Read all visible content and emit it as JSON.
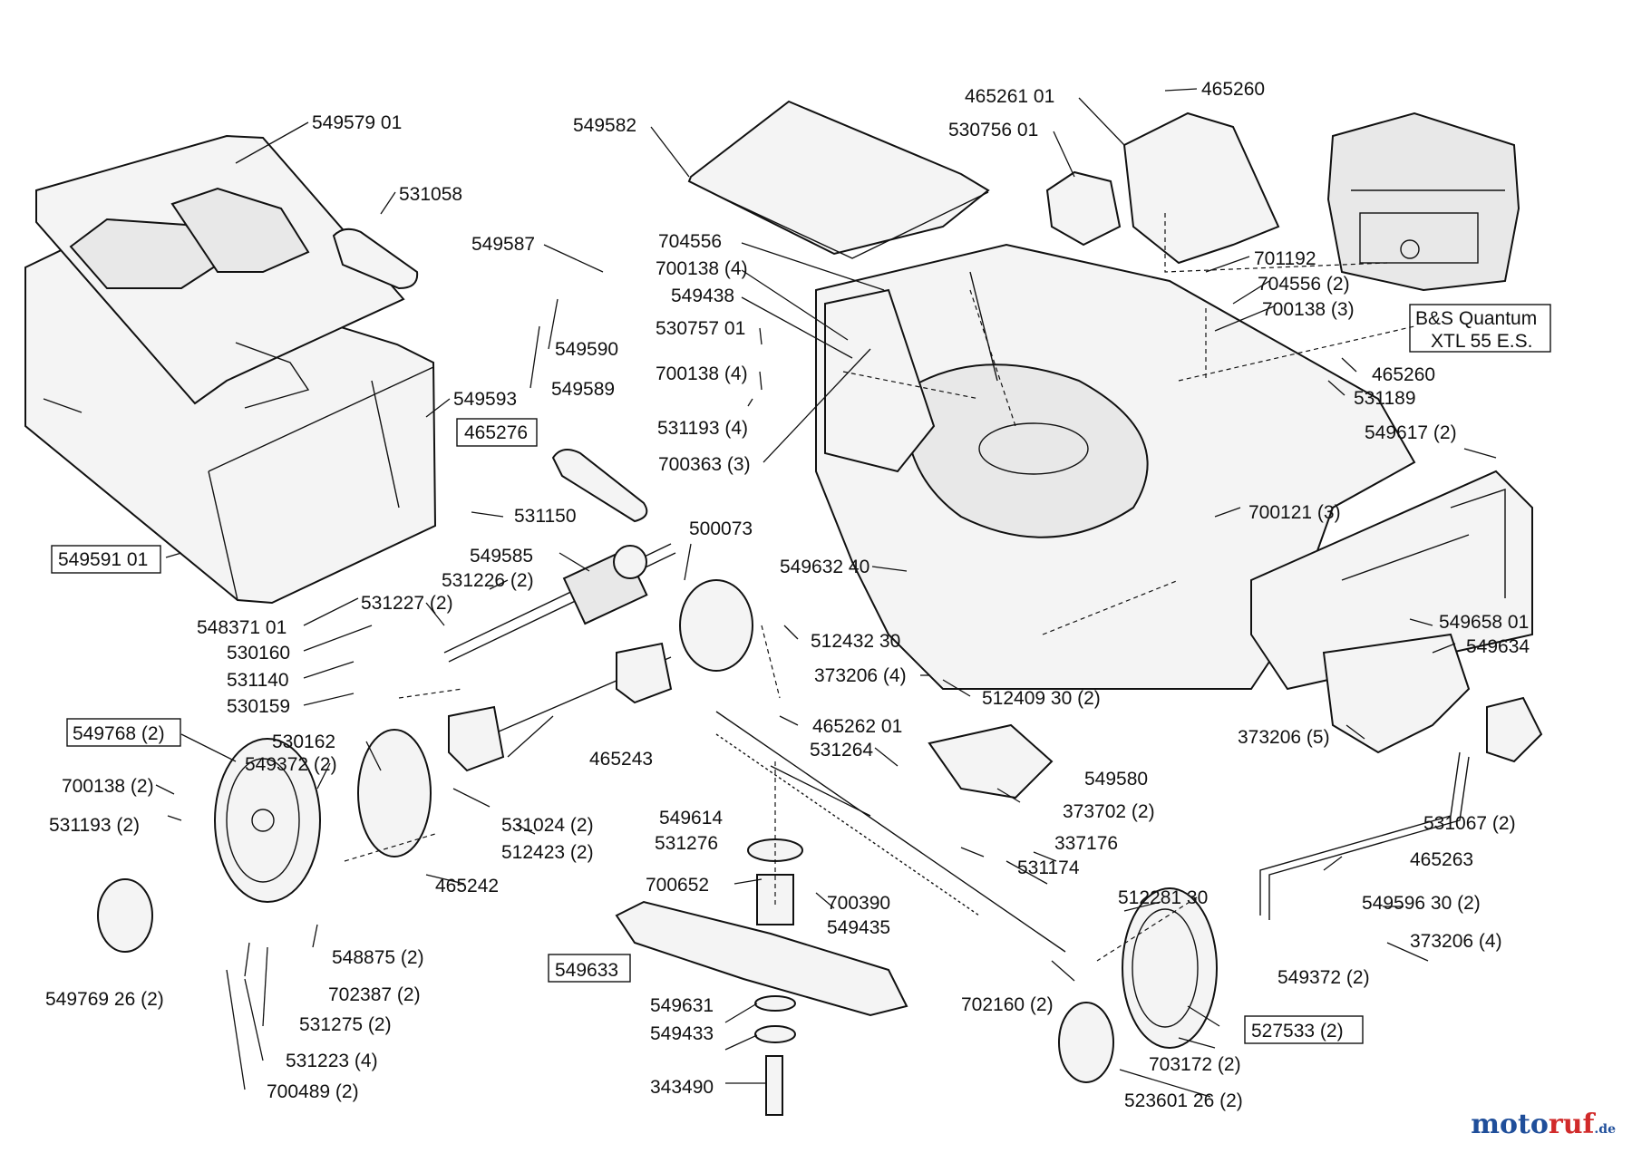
{
  "colors": {
    "line": "#111111",
    "fill": "#f4f4f4",
    "brand_blue": "#1f4e9a",
    "brand_red": "#d12a2a"
  },
  "engine_box": {
    "line1": "B&S Quantum",
    "line2": "XTL 55 E.S."
  },
  "watermark": {
    "part1": "moto",
    "part2": "ruf",
    "suffix": ".de"
  },
  "labels": [
    "549579 01",
    "531058",
    "549582",
    "465261 01",
    "465260",
    "530756 01",
    "549587",
    "704556",
    "700138 (4)",
    "549438",
    "530757 01",
    "549590",
    "549589",
    "700138 (4)",
    "531193 (4)",
    "700363 (3)",
    "701192",
    "704556 (2)",
    "700138 (3)",
    "465260",
    "531189",
    "549617 (2)",
    "549593",
    "465276",
    "531150",
    "549591 01",
    "549585",
    "531226 (2)",
    "531227 (2)",
    "500073",
    "548371 01",
    "530160",
    "531140",
    "530159",
    "549632 40",
    "700121 (3)",
    "549658 01",
    "549634",
    "512432 30",
    "373206 (4)",
    "512409 30 (2)",
    "549768 (2)",
    "549372 (2)",
    "530162",
    "465243",
    "465262 01",
    "531264",
    "373206 (5)",
    "700138 (2)",
    "531193 (2)",
    "531024 (2)",
    "512423 (2)",
    "549614",
    "531276",
    "549580",
    "373702 (2)",
    "337176",
    "531067 (2)",
    "465242",
    "700652",
    "700390",
    "549435",
    "531174",
    "465263",
    "512281 30",
    "549596 30 (2)",
    "548875 (2)",
    "549769 26 (2)",
    "702387 (2)",
    "549633",
    "373206 (4)",
    "549372 (2)",
    "702160 (2)",
    "549631",
    "531275 (2)",
    "549433",
    "527533 (2)",
    "703172 (2)",
    "531223 (4)",
    "343490",
    "700489 (2)",
    "523601 26 (2)"
  ]
}
